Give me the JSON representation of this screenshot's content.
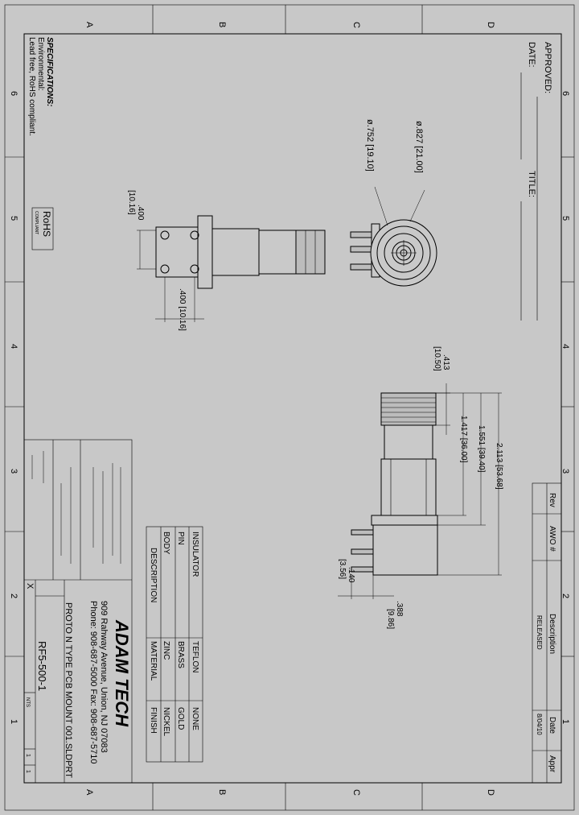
{
  "zones": {
    "letters_top": [
      "D",
      "C",
      "B",
      "A"
    ],
    "letters_bottom": [
      "D",
      "C",
      "B",
      "A"
    ],
    "numbers_right": [
      "6",
      "5",
      "4",
      "3",
      "2",
      "1"
    ],
    "numbers_left": [
      "6",
      "5",
      "4",
      "3",
      "2",
      "1"
    ]
  },
  "approval": {
    "approved": "APPROVED:",
    "date": "DATE:",
    "title": "TITLE:"
  },
  "specs": {
    "heading": "SPECIFICATIONS:",
    "line1": "Environmental:",
    "line2": "Lead free, RoHS compliant."
  },
  "rohs": {
    "mark": "RoHS",
    "sub": "COMPLIANT"
  },
  "dimensions": {
    "outer_dia": "ø.827  [21.00]",
    "inner_dia": "ø.752  [19.10]",
    "pin_pitch_a": ".400",
    "pin_pitch_a_mm": "[10.16]",
    "pin_pitch_b": ".400  [10.16]",
    "hex_height": ".413",
    "hex_height_mm": "[10.50]",
    "d1": "1.417  [36.00]",
    "d2": "1.551  [39.40]",
    "d3": "2.113  [53.68]",
    "pin_len": ".140",
    "pin_len_mm": "[3.56]",
    "flange": ".388",
    "flange_mm": "[9.86]"
  },
  "revision": {
    "headers": [
      "Rev",
      "AWO #",
      "Description",
      "Date",
      "Appr"
    ],
    "row": [
      "",
      "",
      "RELEASED",
      "8/04/10",
      ""
    ]
  },
  "materials": {
    "headers": [
      "DESCRIPTION",
      "MATERIAL",
      "FINISH"
    ],
    "rows": [
      [
        "INSULATOR",
        "TEFLON",
        "NONE"
      ],
      [
        "PIN",
        "BRASS",
        "GOLD"
      ],
      [
        "BODY",
        "ZINC",
        "NICKEL"
      ]
    ]
  },
  "titleblock": {
    "company": "ADAM TECH",
    "address": "909 Rahway Avenue, Union, NJ 07083",
    "phone": "Phone: 908-687-5000  Fax: 908-687-5710",
    "title": "PROTO N TYPE PCB MOUNT 001.SLDPRT",
    "part_no": "RF5-500-1",
    "rev": "X",
    "scale": "NTS",
    "size": "1",
    "sheet": "1"
  }
}
